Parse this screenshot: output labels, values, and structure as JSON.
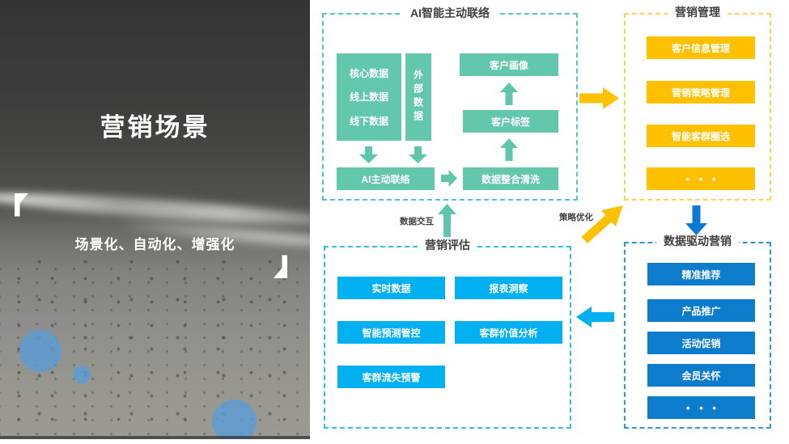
{
  "left_panel": {
    "title": "营销场景",
    "subtitle": "场景化、自动化、增强化"
  },
  "diagram": {
    "ai_group": {
      "title": "AI智能主动联络",
      "core_data": [
        "核心数据",
        "线上数据",
        "线下数据"
      ],
      "external_data": "外部数据",
      "customer_profile": "客户画像",
      "customer_tag": "客户标签",
      "ai_contact": "AI主动联络",
      "data_cleaning": "数据整合清洗"
    },
    "marketing_group": {
      "title": "营销管理",
      "items": [
        "客户信息管理",
        "营销策略管理",
        "智能客群圈选",
        "• • •"
      ]
    },
    "data_driven_group": {
      "title": "数据驱动营销",
      "items": [
        "精准推荐",
        "产品推广",
        "活动促销",
        "会员关怀",
        "• • •"
      ]
    },
    "evaluation_group": {
      "title": "营销评估",
      "items": [
        "实时数据",
        "报表洞察",
        "智能预测管控",
        "客群价值分析",
        "客群流失预警"
      ]
    },
    "connectors": {
      "data_interaction": "数据交互",
      "strategy_optimization": "策略优化"
    }
  },
  "colors": {
    "teal": "#63c7ac",
    "teal_border": "#4fc8c0",
    "yellow": "#ffc000",
    "yellow_border": "#ffd34f",
    "blue": "#0e7ccd",
    "blue_border": "#2f96dc",
    "cyan": "#00b0f0",
    "cyan_border": "#2fbdf2",
    "bubble": "#5b9bd5"
  }
}
